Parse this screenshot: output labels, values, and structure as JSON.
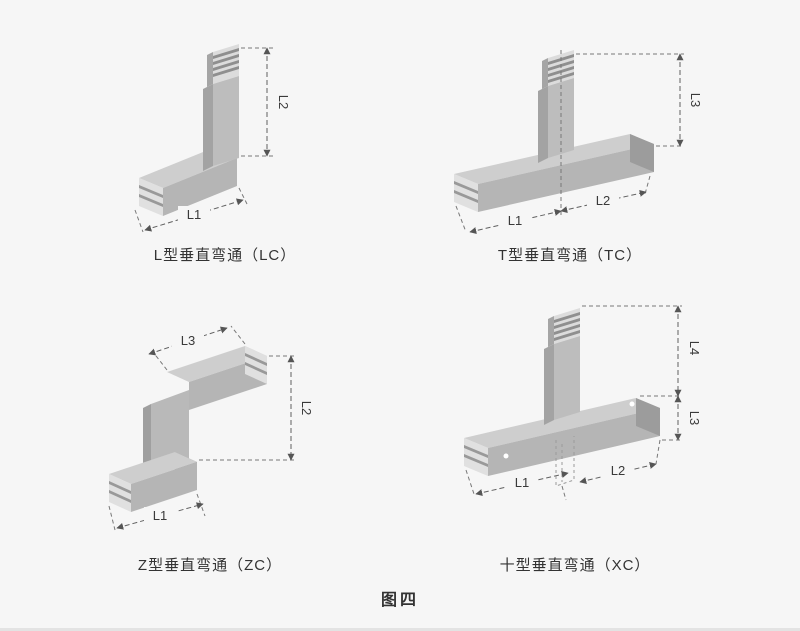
{
  "figure": {
    "title": "图四"
  },
  "panels": {
    "lc": {
      "caption": "L型垂直弯通（LC）",
      "dims": {
        "l1": "L1",
        "l2": "L2"
      }
    },
    "tc": {
      "caption": "T型垂直弯通（TC）",
      "dims": {
        "l1": "L1",
        "l2": "L2",
        "l3": "L3"
      }
    },
    "zc": {
      "caption": "Z型垂直弯通（ZC）",
      "dims": {
        "l1": "L1",
        "l2": "L2",
        "l3": "L3"
      }
    },
    "xc": {
      "caption": "十型垂直弯通（XC）",
      "dims": {
        "l1": "L1",
        "l2": "L2",
        "l3": "L3",
        "l4": "L4"
      }
    }
  },
  "colors": {
    "background": "#f6f6f6",
    "duct_top": "#cecece",
    "duct_front": "#b5b5b5",
    "duct_side": "#a3a3a3",
    "flange": "#e0e0e0",
    "fin_stripe": "#8f8f8f",
    "dimension_line": "#606060",
    "text": "#333333"
  }
}
